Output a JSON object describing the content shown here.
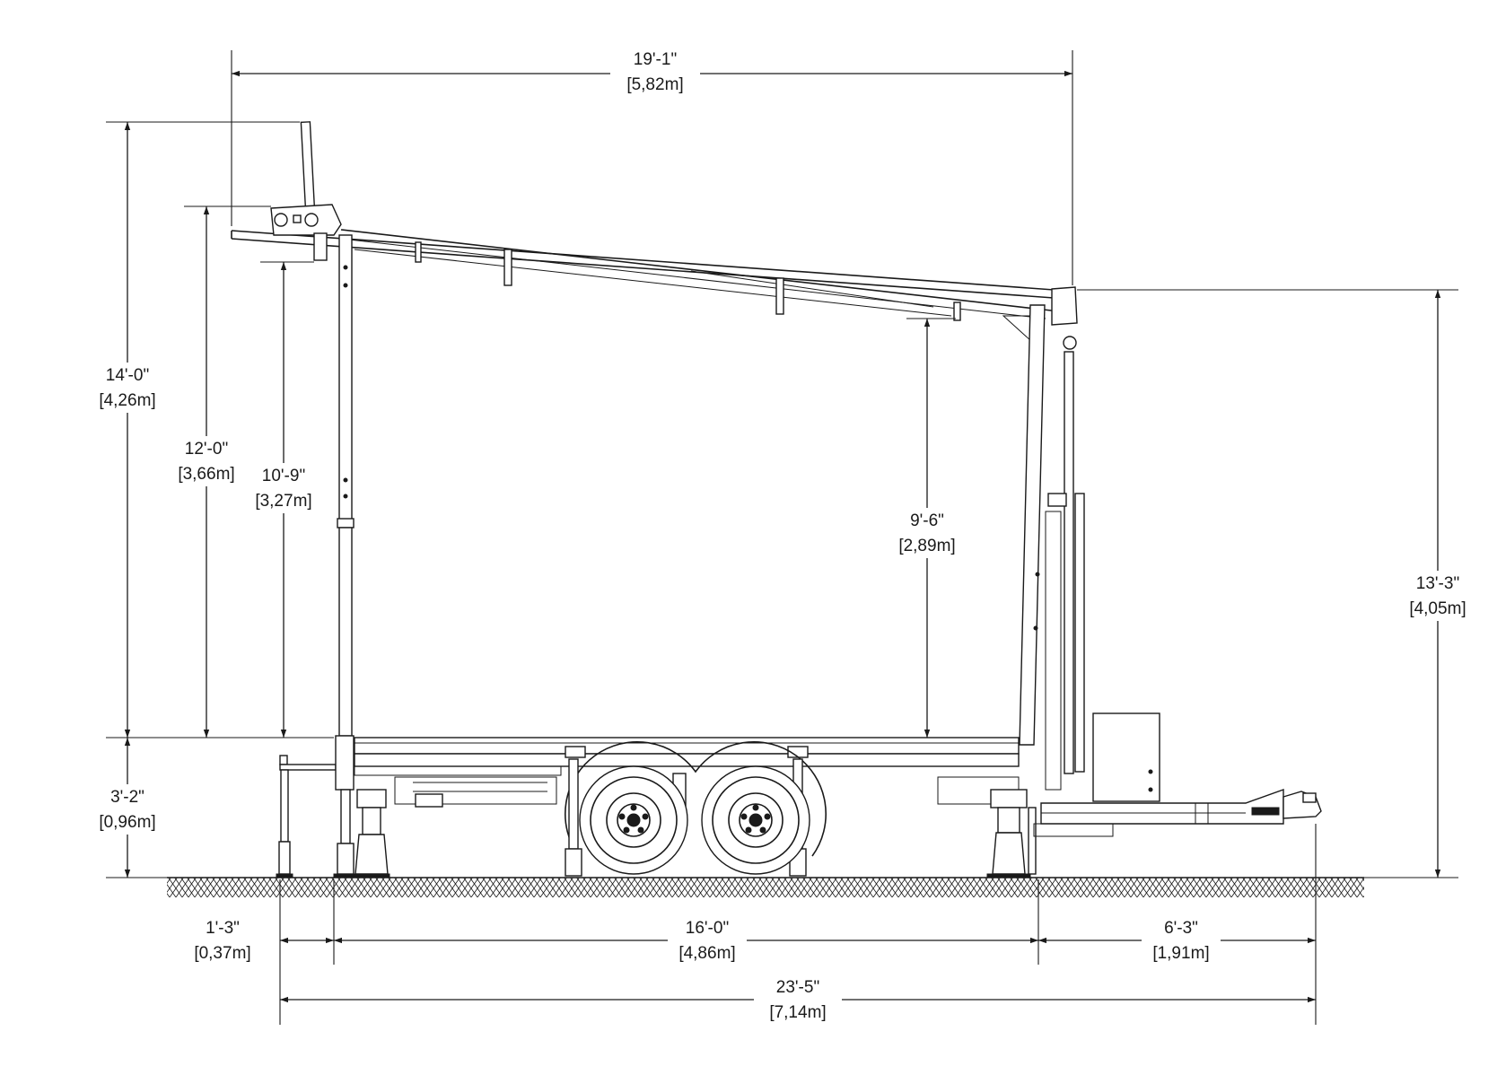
{
  "dimensions": {
    "overall_span": {
      "imperial": "19'-1\"",
      "metric": "[5,82m]"
    },
    "overall_height": {
      "imperial": "14'-0\"",
      "metric": "[4,26m]"
    },
    "frame_height": {
      "imperial": "12'-0\"",
      "metric": "[3,66m]"
    },
    "rear_clearance": {
      "imperial": "10'-9\"",
      "metric": "[3,27m]"
    },
    "front_clearance": {
      "imperial": "9'-6\"",
      "metric": "[2,89m]"
    },
    "front_height": {
      "imperial": "13'-3\"",
      "metric": "[4,05m]"
    },
    "deck_height": {
      "imperial": "3'-2\"",
      "metric": "[0,96m]"
    },
    "rear_overhang": {
      "imperial": "1'-3\"",
      "metric": "[0,37m]"
    },
    "deck_length": {
      "imperial": "16'-0\"",
      "metric": "[4,86m]"
    },
    "tongue_length": {
      "imperial": "6'-3\"",
      "metric": "[1,91m]"
    },
    "overall_length": {
      "imperial": "23'-5\"",
      "metric": "[7,14m]"
    }
  }
}
